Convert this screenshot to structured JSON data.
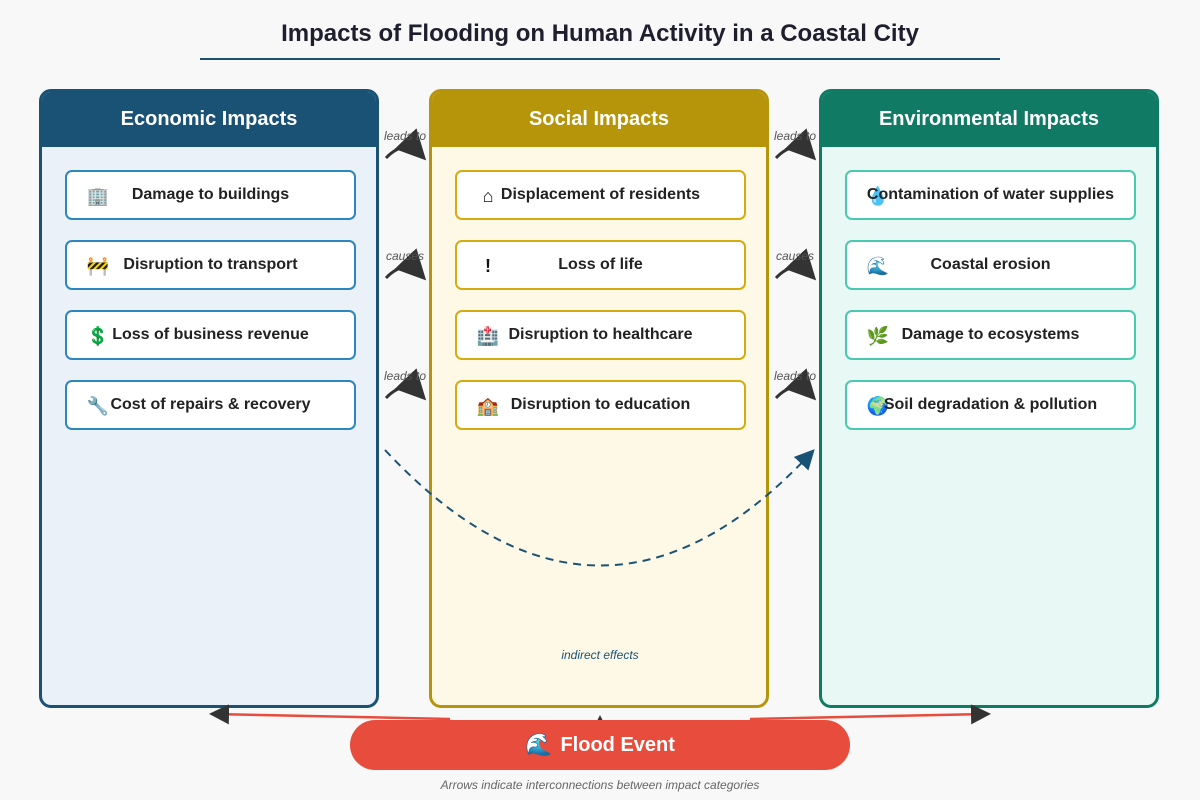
{
  "title": "Impacts of Flooding on Human Activity in a Coastal City",
  "columns": {
    "economic": {
      "heading": "Economic Impacts",
      "items": [
        {
          "icon": "office-building-icon",
          "glyph": "🏢",
          "label": "Damage to buildings"
        },
        {
          "icon": "road-barrier-icon",
          "glyph": "🚧",
          "label": "Disruption to transport"
        },
        {
          "icon": "money-icon",
          "glyph": "💲",
          "label": "Loss of business revenue"
        },
        {
          "icon": "wrench-icon",
          "glyph": "🔧",
          "label": "Cost of repairs & recovery"
        }
      ]
    },
    "social": {
      "heading": "Social Impacts",
      "items": [
        {
          "icon": "house-icon",
          "glyph": "⌂",
          "label": "Displacement of residents"
        },
        {
          "icon": "exclamation-icon",
          "glyph": "!",
          "label": "Loss of life"
        },
        {
          "icon": "hospital-icon",
          "glyph": "🏥",
          "label": "Disruption to healthcare"
        },
        {
          "icon": "school-icon",
          "glyph": "🏫",
          "label": "Disruption to education"
        }
      ]
    },
    "environmental": {
      "heading": "Environmental Impacts",
      "items": [
        {
          "icon": "water-drop-icon",
          "glyph": "💧",
          "label": "Contamination of water supplies"
        },
        {
          "icon": "coastal-wave-icon",
          "glyph": "🌊",
          "label": "Coastal erosion"
        },
        {
          "icon": "leaf-icon",
          "glyph": "🌿",
          "label": "Damage to ecosystems"
        },
        {
          "icon": "globe-icon",
          "glyph": "🌍",
          "label": "Soil degradation & pollution"
        }
      ]
    }
  },
  "connectors": {
    "econ_to_social": [
      "leads to",
      "causes",
      "leads to"
    ],
    "social_to_env": [
      "leads to",
      "causes",
      "leads to"
    ],
    "indirect_label": "indirect effects"
  },
  "flood_event": {
    "icon": "wave-icon",
    "glyph": "🌊",
    "label": "Flood Event"
  },
  "footnote": "Arrows indicate interconnections between impact categories",
  "colors": {
    "economic": "#1a5276",
    "social": "#b7950b",
    "environmental": "#117a65",
    "flood": "#e74c3c"
  }
}
